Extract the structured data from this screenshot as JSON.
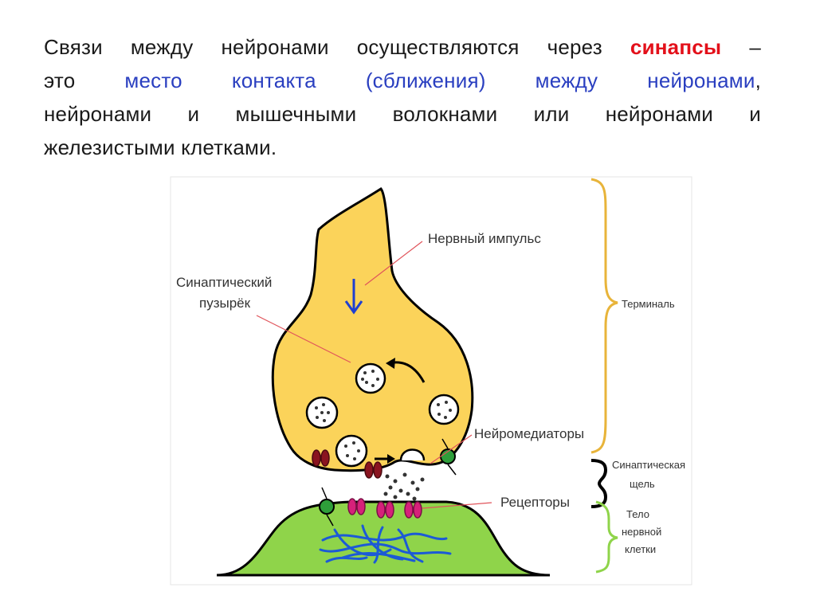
{
  "paragraph": {
    "l1_pre": "Связи между нейронами осуществляются через ",
    "l1_red": "синапсы",
    "l1_post": " –",
    "l2_pre": "это ",
    "l2_blue": "место контакта (сближения) между нейронами",
    "l2_post": ",",
    "l3": "нейронами и мышечными волокнами или нейронами и",
    "l4": "железистыми клетками."
  },
  "diagram": {
    "labels": {
      "nerve_impulse": "Нервный импульс",
      "vesicle_1": "Синаптический",
      "vesicle_2": "пузырёк",
      "terminal": "Терминаль",
      "neurotransmitters": "Нейромедиаторы",
      "cleft_1": "Синаптическая",
      "cleft_2": "щель",
      "receptors": "Рецепторы",
      "cell_1": "Тело",
      "cell_2": "нервной",
      "cell_3": "клетки"
    },
    "colors": {
      "terminal_fill": "#fbd35a",
      "cell_fill": "#8fd44a",
      "arrow_blue": "#1f3fd1",
      "brace_terminal": "#e8b43a",
      "brace_cell": "#8fd44a",
      "pointer_line": "#e0535a"
    }
  }
}
